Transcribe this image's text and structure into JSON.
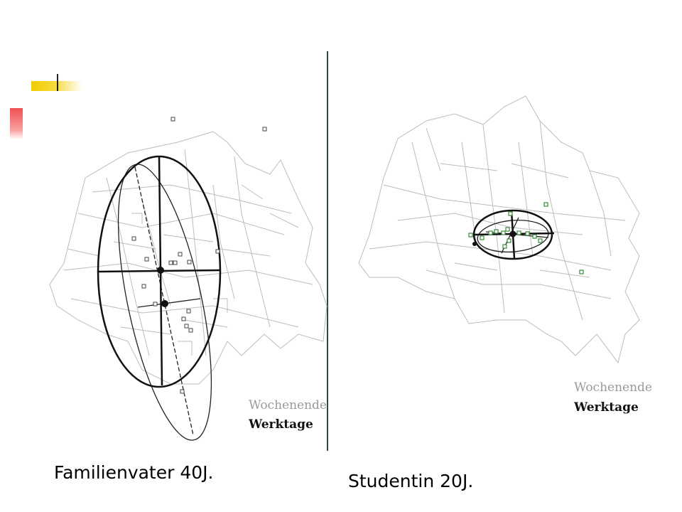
{
  "left_panel": {
    "caption": "Familienvater 40J.",
    "legend_weekend": "Wochenende",
    "legend_workdays": "Werktage"
  },
  "right_panel": {
    "caption": "Studentin 20J.",
    "legend_weekend": "Wochenende",
    "legend_workdays": "Werktage"
  },
  "colors": {
    "accent_yellow": "#f2cc00",
    "accent_red": "#f05050",
    "divider": "#2a4a4a",
    "map_lines": "#b8b8b8",
    "ellipse": "#111111",
    "points_green": "#3a8a3a"
  }
}
